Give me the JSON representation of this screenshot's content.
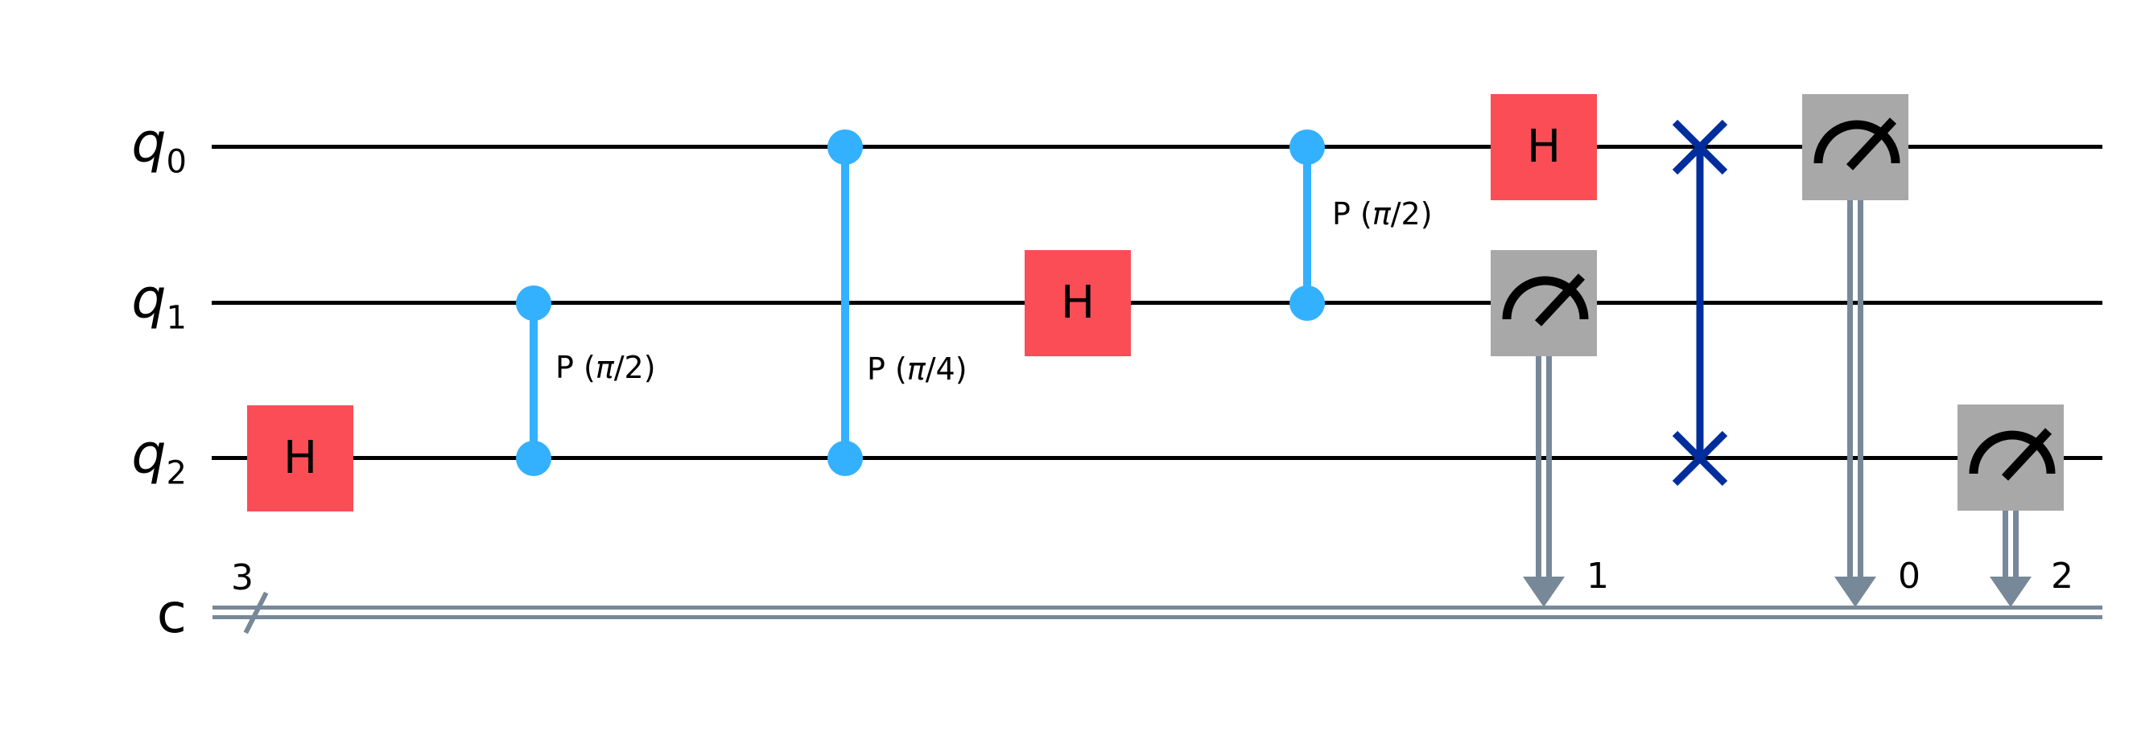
{
  "colors": {
    "h_gate": "#FA4D56",
    "phase_gate": "#33B1FF",
    "swap_gate": "#002D9C",
    "measure_gate": "#A8A8A8",
    "classical_wire": "#778899",
    "qubit_wire": "#000000",
    "background": "#ffffff"
  },
  "registers": {
    "qubits": [
      {
        "name": "q",
        "sub": "0"
      },
      {
        "name": "q",
        "sub": "1"
      },
      {
        "name": "q",
        "sub": "2"
      }
    ],
    "classical": {
      "name": "c",
      "size": "3"
    }
  },
  "gates": {
    "h": [
      {
        "label": "H"
      },
      {
        "label": "H"
      },
      {
        "label": "H"
      }
    ],
    "cp": [
      {
        "prefix": "P (",
        "pi": "π",
        "suffix": "/2)"
      },
      {
        "prefix": "P (",
        "pi": "π",
        "suffix": "/4)"
      },
      {
        "prefix": "P (",
        "pi": "π",
        "suffix": "/2)"
      }
    ]
  },
  "measurements": [
    {
      "clbit": "1"
    },
    {
      "clbit": "0"
    },
    {
      "clbit": "2"
    }
  ],
  "circuit_ops": [
    {
      "gate": "H",
      "qubits": [
        "q2"
      ]
    },
    {
      "gate": "CP",
      "label": "P (π/2)",
      "qubits": [
        "q1",
        "q2"
      ]
    },
    {
      "gate": "CP",
      "label": "P (π/4)",
      "qubits": [
        "q0",
        "q2"
      ]
    },
    {
      "gate": "H",
      "qubits": [
        "q1"
      ]
    },
    {
      "gate": "CP",
      "label": "P (π/2)",
      "qubits": [
        "q0",
        "q1"
      ]
    },
    {
      "gate": "H",
      "qubits": [
        "q0"
      ]
    },
    {
      "gate": "measure",
      "qubit": "q1",
      "clbit": "1"
    },
    {
      "gate": "SWAP",
      "qubits": [
        "q0",
        "q2"
      ]
    },
    {
      "gate": "measure",
      "qubit": "q0",
      "clbit": "0"
    },
    {
      "gate": "measure",
      "qubit": "q2",
      "clbit": "2"
    }
  ]
}
